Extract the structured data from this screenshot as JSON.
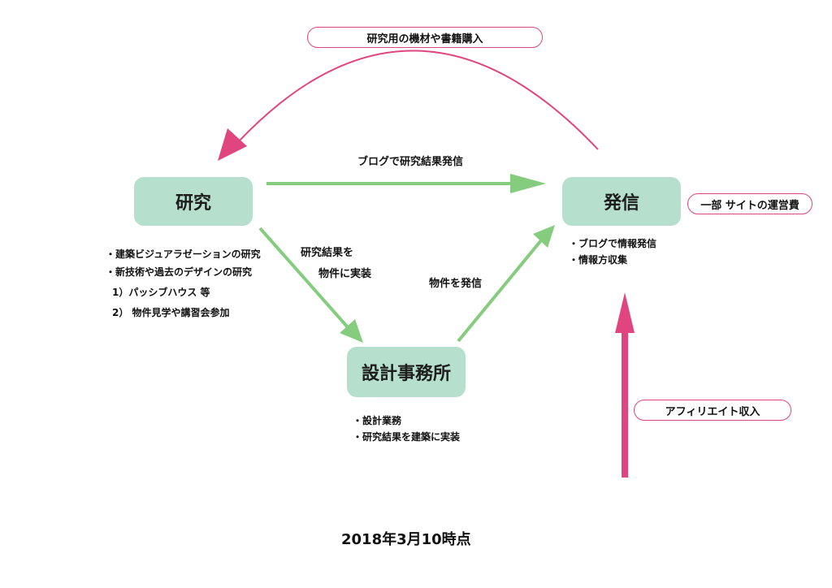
{
  "nodes": {
    "research": "研究",
    "publish": "発信",
    "office": "設計事務所"
  },
  "pills": {
    "equipment": "研究用の機材や書籍購入",
    "site_cost": "一部 サイトの運営費",
    "affiliate": "アフィリエイト収入"
  },
  "edges": {
    "blog": "ブログで研究結果発信",
    "result_line1": "研究結果を",
    "result_line2": "物件に実装",
    "property": "物件を発信"
  },
  "research_list": [
    "・建築ビジュアラゼーションの研究",
    "・新技術や過去のデザインの研究",
    "1）パッシブハウス 等",
    "2） 物件見学や講習会参加"
  ],
  "publish_list": [
    "・ブログで情報発信",
    "・情報方収集"
  ],
  "office_list": [
    "・設計業務",
    "・研究結果を建築に実装"
  ],
  "date": "2018年3月10時点",
  "colors": {
    "node": "#b7dfcd",
    "green_arrow": "#86cc7e",
    "pink": "#e0457f"
  }
}
